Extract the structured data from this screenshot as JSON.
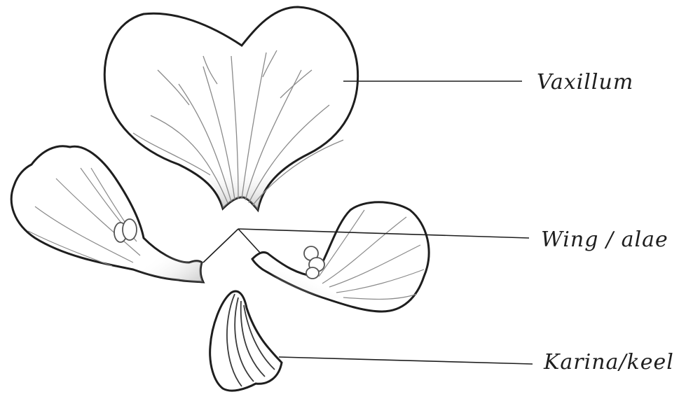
{
  "labels": {
    "vexillum": "Vaxillum",
    "wing": "Wing / alae",
    "keel": "Karina/keel"
  },
  "colors": {
    "ink": "#1e1e1e",
    "shade": "#8a8a8a",
    "paper": "#ffffff"
  }
}
